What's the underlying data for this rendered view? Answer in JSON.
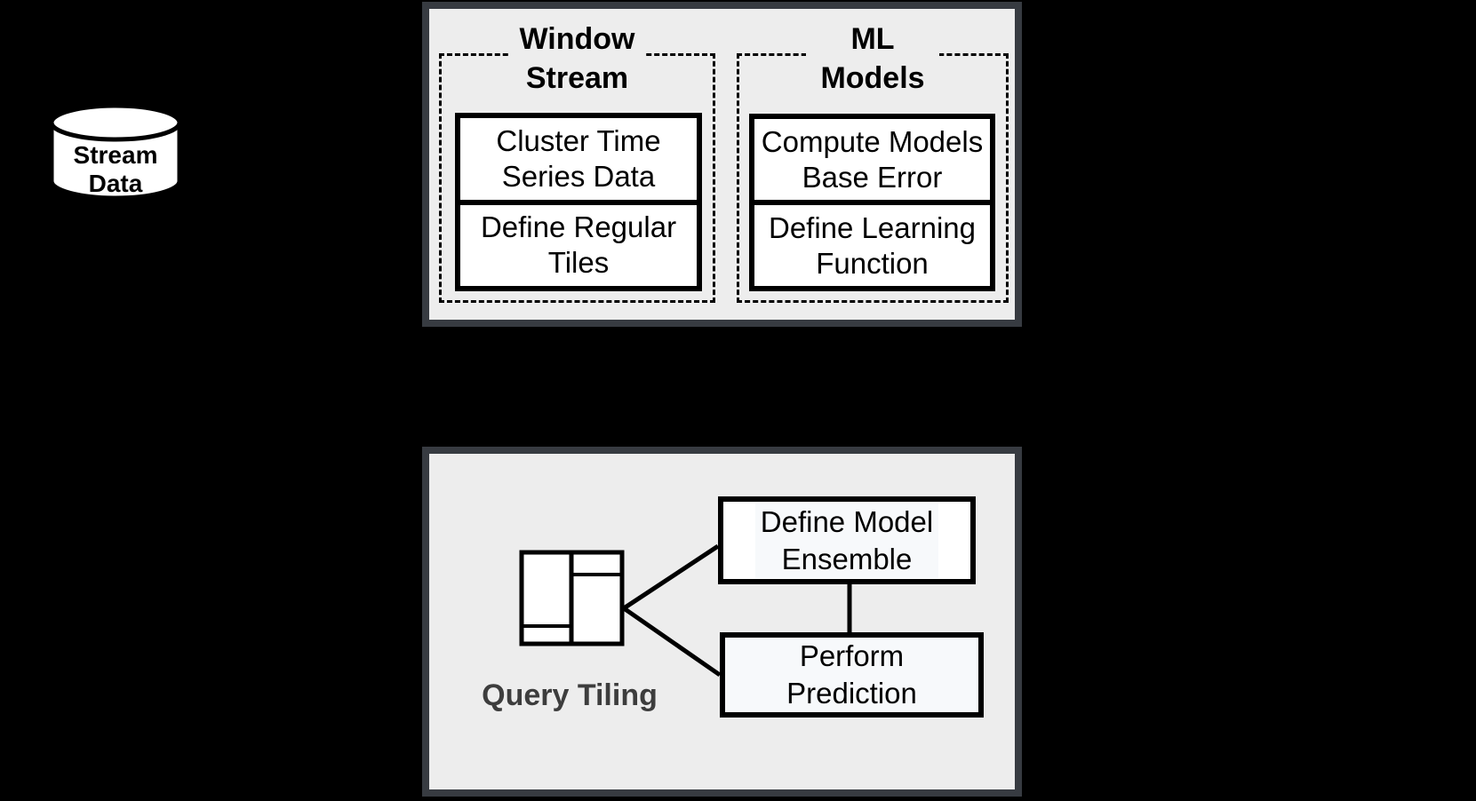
{
  "diagram": {
    "background_color": "#000000",
    "panel_bg_color": "#ededed",
    "panel_border_color": "#373b41",
    "box_border_color": "#000000",
    "box_bg_color": "#ffffff",
    "query_label_color": "#3d3d3d",
    "stream": {
      "label": "Stream\nData"
    },
    "top_panel": {
      "groups": [
        {
          "title": "Window\nStream",
          "steps": [
            "Cluster Time\nSeries Data",
            "Define Regular\nTiles"
          ]
        },
        {
          "title": "ML Models",
          "steps": [
            "Compute Models\nBase Error",
            "Define Learning\nFunction"
          ]
        }
      ]
    },
    "bottom_panel": {
      "icon": "tiling-icon",
      "label": "Query Tiling",
      "boxes": [
        "Define Model\nEnsemble",
        "Perform Prediction"
      ]
    }
  }
}
